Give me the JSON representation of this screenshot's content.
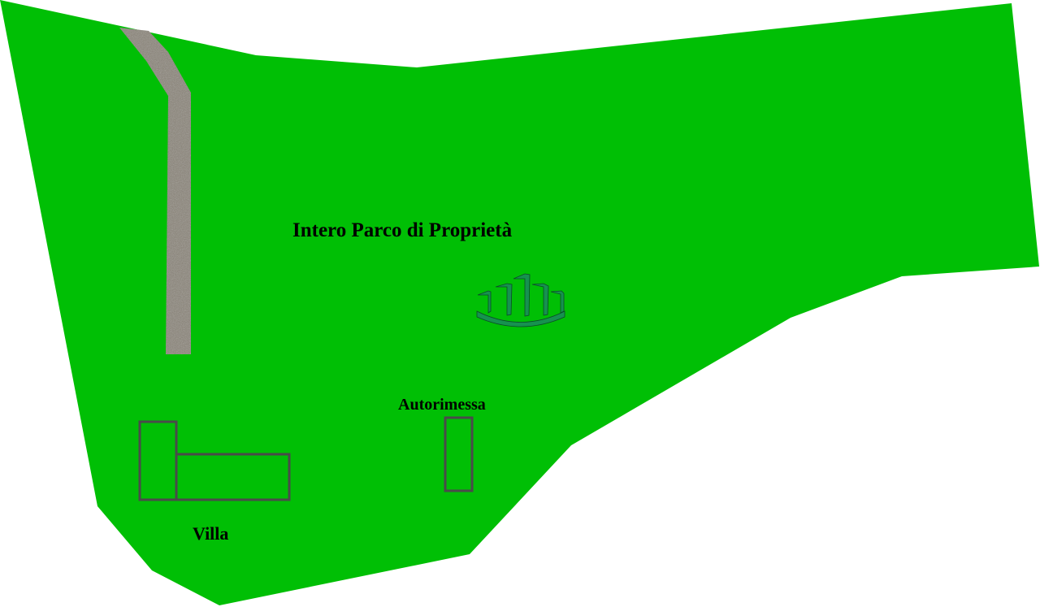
{
  "map": {
    "title": "Intero Parco di Proprietà",
    "labels": {
      "villa": "Villa",
      "garage": "Autorimessa"
    },
    "icons": {
      "fountain": "fountain-icon",
      "path": "gravel-path"
    },
    "colors": {
      "park": "#00bf05",
      "path": "#8a8478",
      "building_outline": "#4a4a4a",
      "fountain": "#16924f",
      "background": "#ffffff"
    }
  }
}
